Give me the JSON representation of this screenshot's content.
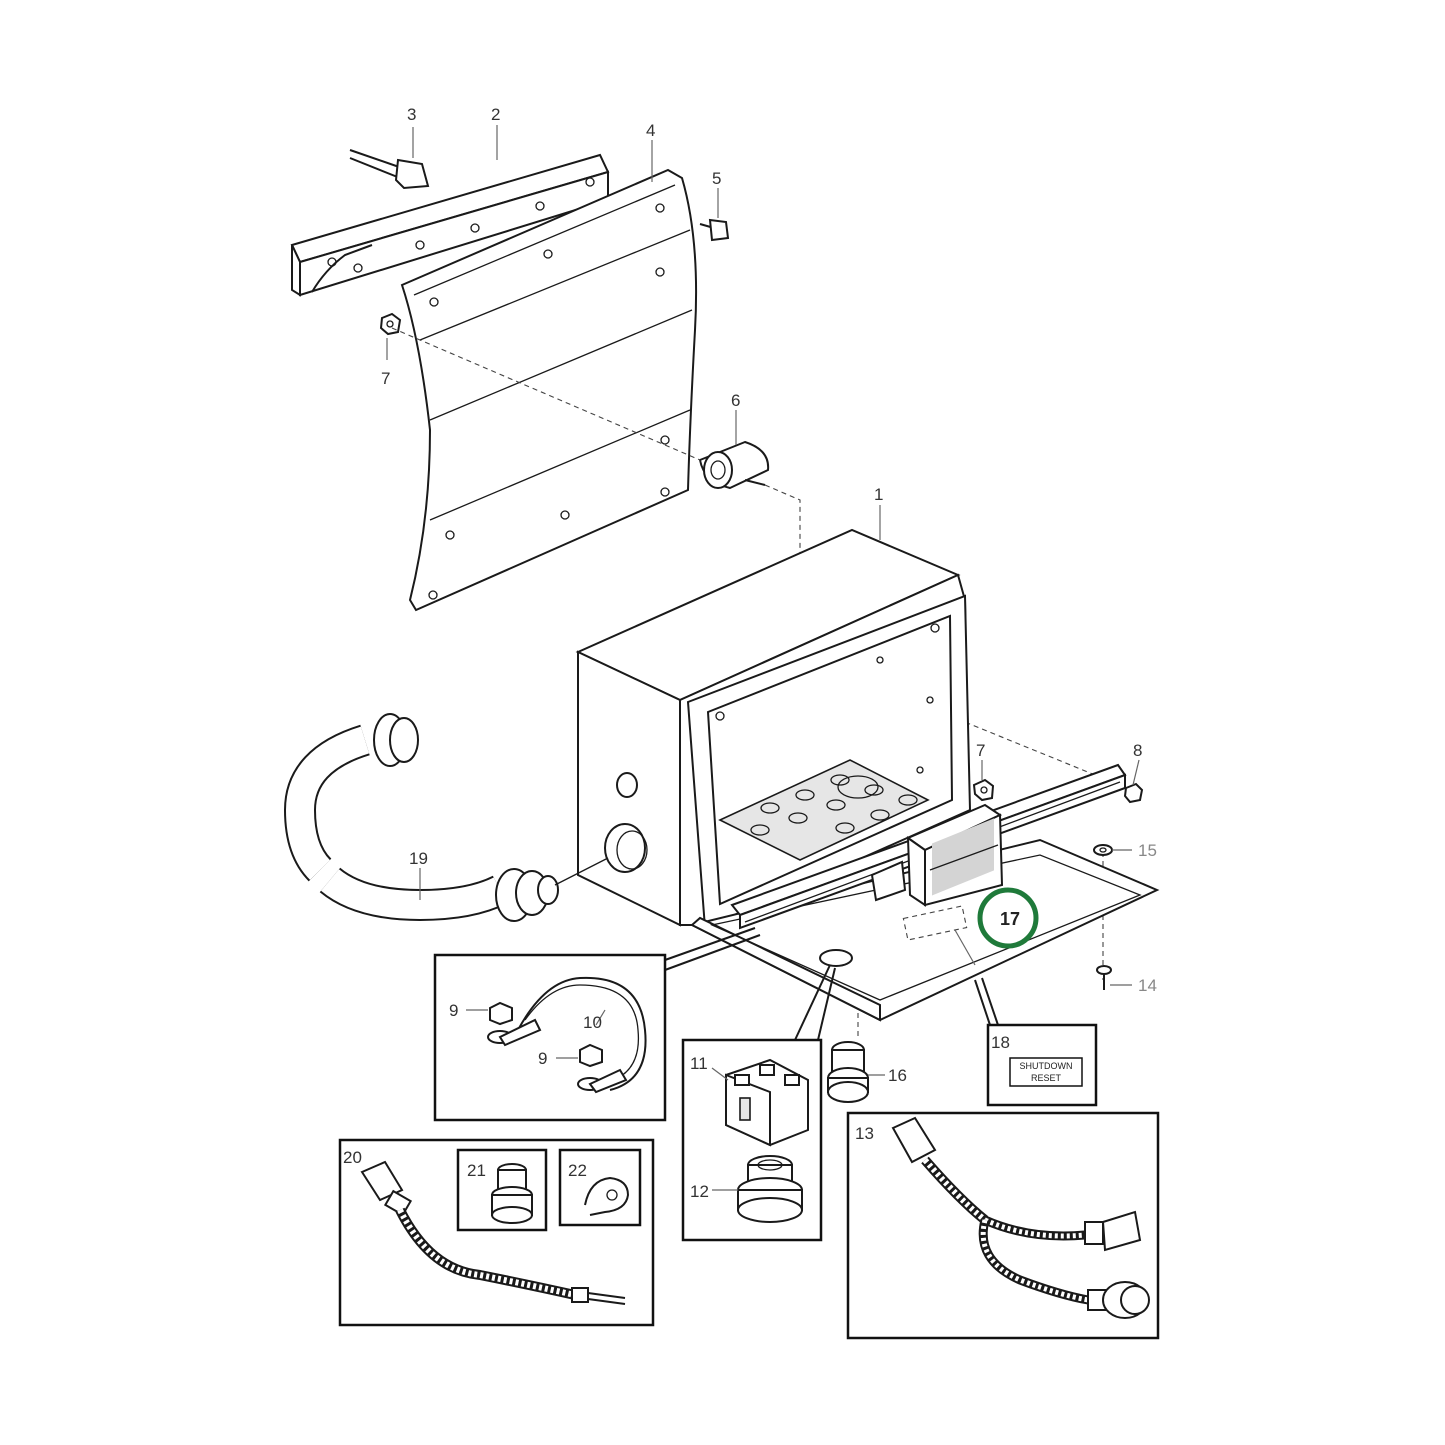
{
  "callouts": {
    "c1": "1",
    "c2": "2",
    "c3": "3",
    "c4": "4",
    "c5": "5",
    "c6": "6",
    "c7a": "7",
    "c7b": "7",
    "c8": "8",
    "c9a": "9",
    "c9b": "9",
    "c10": "10",
    "c11": "11",
    "c12": "12",
    "c13": "13",
    "c14": "14",
    "c15": "15",
    "c16": "16",
    "c17": "17",
    "c18": "18",
    "c19": "19",
    "c20": "20",
    "c21": "21",
    "c22": "22"
  },
  "decal": {
    "line1": "SHUTDOWN",
    "line2": "RESET"
  },
  "highlight": {
    "item": "17",
    "color": "#1f7a3a"
  }
}
